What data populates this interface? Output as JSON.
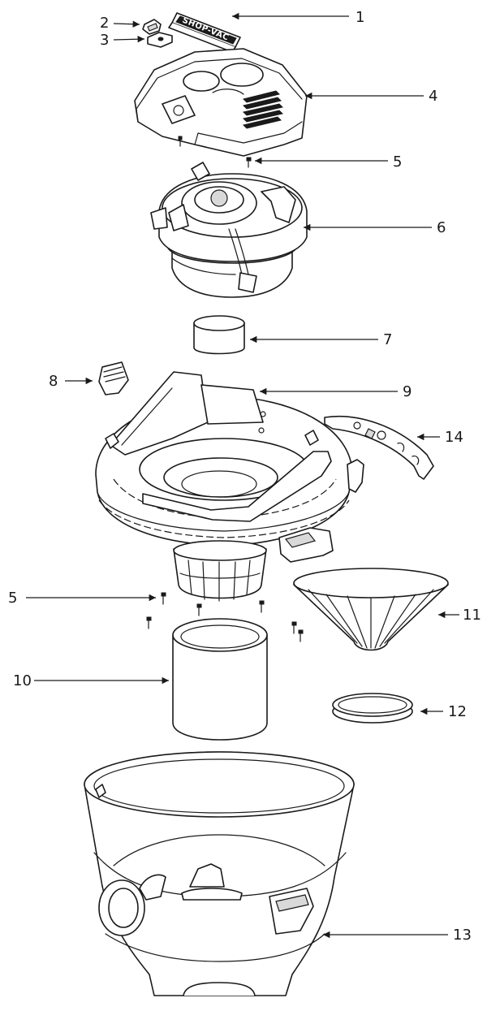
{
  "diagram": {
    "brand_logo": "SHOP-VAC",
    "callouts": [
      {
        "id": "1",
        "label": "1"
      },
      {
        "id": "2",
        "label": "2"
      },
      {
        "id": "3",
        "label": "3"
      },
      {
        "id": "4",
        "label": "4"
      },
      {
        "id": "5a",
        "label": "5"
      },
      {
        "id": "6",
        "label": "6"
      },
      {
        "id": "7",
        "label": "7"
      },
      {
        "id": "8",
        "label": "8"
      },
      {
        "id": "9",
        "label": "9"
      },
      {
        "id": "14",
        "label": "14"
      },
      {
        "id": "5b",
        "label": "5"
      },
      {
        "id": "11",
        "label": "11"
      },
      {
        "id": "10",
        "label": "10"
      },
      {
        "id": "12",
        "label": "12"
      },
      {
        "id": "13",
        "label": "13"
      }
    ]
  }
}
